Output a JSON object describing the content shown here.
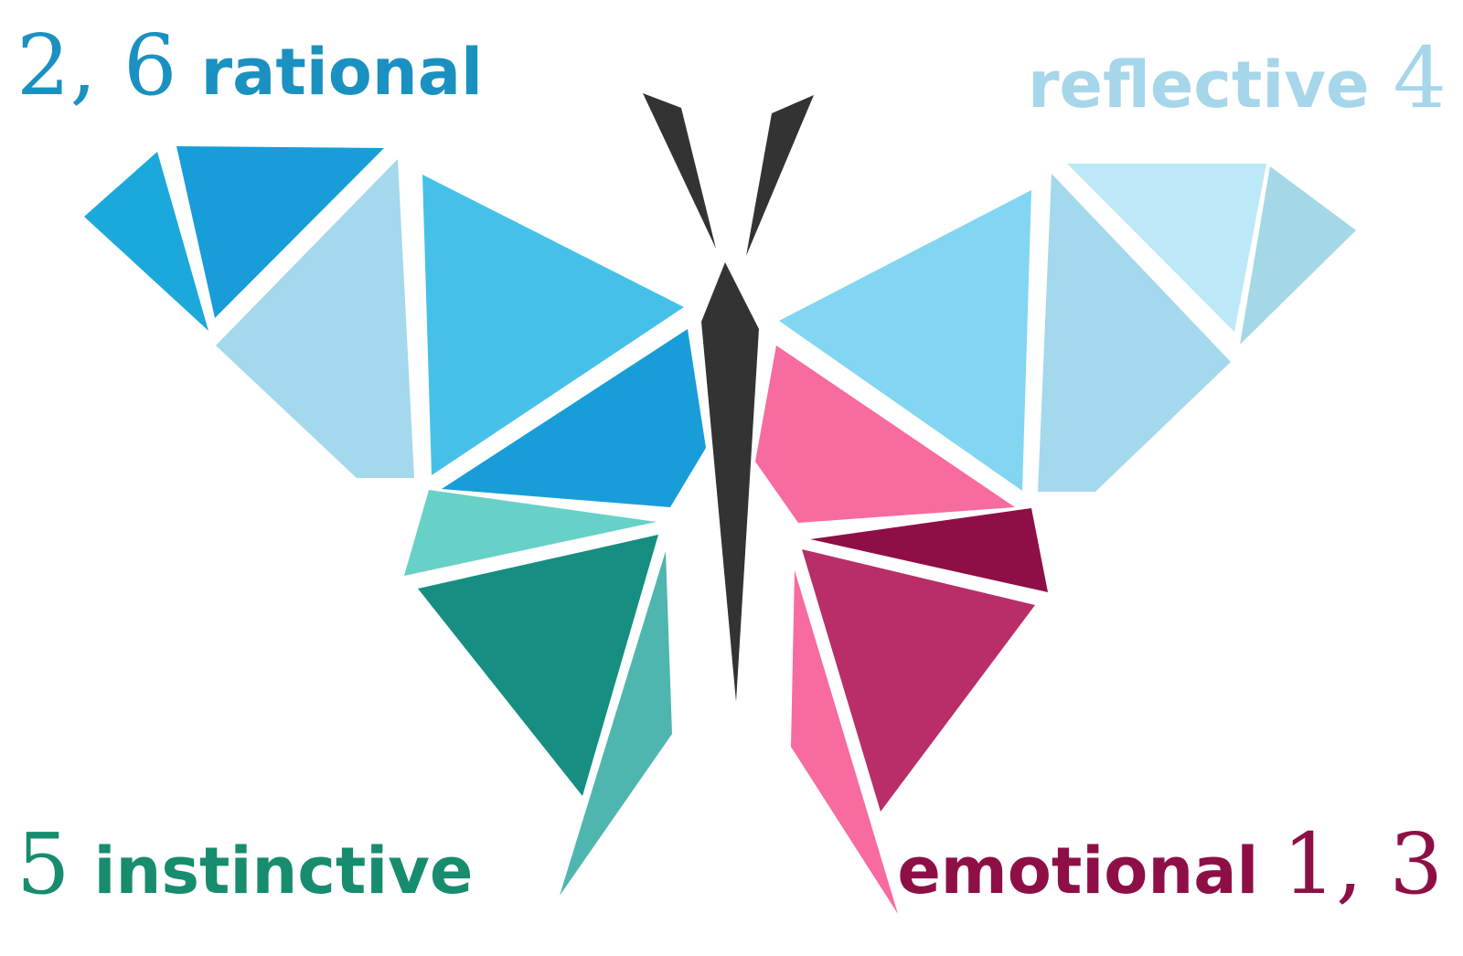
{
  "labels": {
    "rational": {
      "number": "2, 6",
      "word": "rational"
    },
    "reflective": {
      "number": "4",
      "word": "reflective"
    },
    "instinctive": {
      "number": "5",
      "word": "instinctive"
    },
    "emotional": {
      "number": "1, 3",
      "word": "emotional"
    }
  },
  "colors": {
    "rational": "#1a91c0",
    "reflective": "#a5d6ea",
    "instinctive": "#178c6e",
    "emotional": "#8e0f46",
    "body": "#333333",
    "background": "#ffffff"
  },
  "icon": "butterfly-icon"
}
